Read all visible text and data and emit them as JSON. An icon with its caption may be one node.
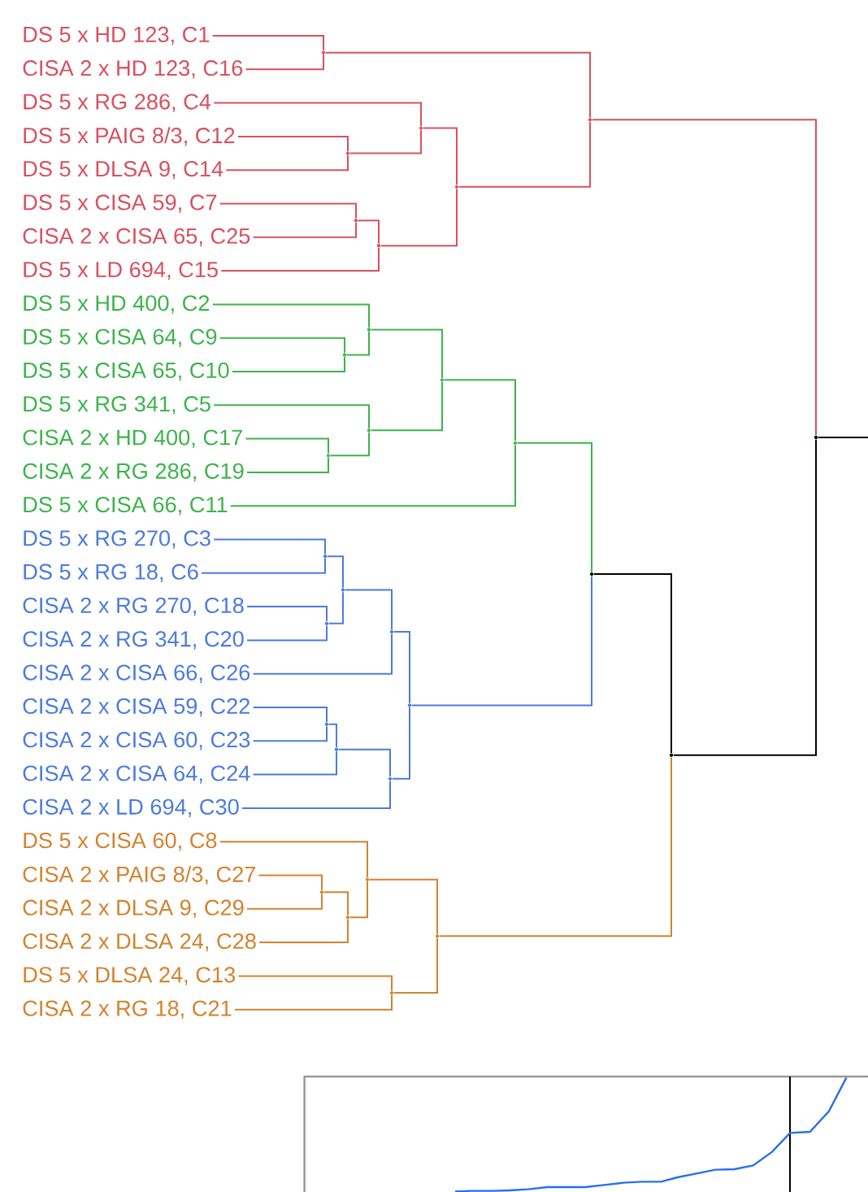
{
  "diagram": {
    "nodes": [
      {
        "text": [
          "DS 5 x HD 123, C1"
        ]
      },
      {
        "text": [
          "CISA 2 x HD 123, C16"
        ]
      },
      {
        "text": [
          "DS 5 x RG 286, C4"
        ]
      },
      {
        "text": [
          "DS 5 x PAIG 8/3, C12"
        ]
      },
      {
        "text": [
          "DS 5 x DLSA 9, C14"
        ]
      },
      {
        "text": [
          "DS 5 x CISA 59, C7"
        ]
      },
      {
        "text": [
          "CISA 2 x CISA 65, C25"
        ]
      },
      {
        "text": [
          "DS 5 x LD 694, C15"
        ]
      },
      {
        "text": [
          "DS 5 x HD 400, C2"
        ]
      },
      {
        "text": [
          "DS 5 x CISA 64, C9"
        ]
      },
      {
        "text": [
          "DS 5 x CISA 65, C10"
        ]
      },
      {
        "text": [
          "DS 5 x RG 341, C5"
        ]
      },
      {
        "text": [
          "CISA 2 x HD 400, C17"
        ]
      },
      {
        "text": [
          "CISA 2 x RG 286, C19"
        ]
      },
      {
        "text": [
          "DS 5 x CISA 66, C11"
        ]
      },
      {
        "text": [
          "DS 5 x RG 270, C3"
        ]
      },
      {
        "text": [
          "DS 5 x RG 18, C6"
        ]
      },
      {
        "text": [
          "CISA 2 x RG 270, C18"
        ]
      },
      {
        "text": [
          "CISA 2 x RG 341, C20"
        ]
      },
      {
        "text": [
          "CISA 2 x CISA 66, C26"
        ]
      },
      {
        "text": [
          "CISA 2 x CISA 59, C22"
        ]
      },
      {
        "text": [
          "CISA 2 x CISA 60, C23"
        ]
      },
      {
        "text": [
          "CISA 2 x CISA 64, C24"
        ]
      },
      {
        "text": [
          "CISA 2 x LD 694, C30"
        ]
      },
      {
        "text": [
          "DS 5 x CISA 60, C8"
        ]
      },
      {
        "text": [
          "CISA 2 x PAIG 8/3, C27"
        ]
      },
      {
        "text": [
          "CISA 2 x DLSA 9, C29"
        ]
      },
      {
        "text": [
          "CISA 2 x DLSA 24, C28"
        ]
      },
      {
        "text": [
          "DS 5 x DLSA 24, C13"
        ]
      },
      {
        "text": [
          "CISA 2 x RG 18, C21"
        ]
      },
      {
        "text": [],
        "shape": "point"
      },
      {
        "text": [],
        "shape": "point"
      },
      {
        "text": [],
        "shape": "point"
      },
      {
        "text": [],
        "shape": "point"
      },
      {
        "text": [],
        "shape": "point"
      },
      {
        "text": [],
        "shape": "point"
      },
      {
        "text": [],
        "shape": "point"
      },
      {
        "text": [],
        "shape": "point"
      },
      {
        "text": [],
        "shape": "point"
      },
      {
        "text": [],
        "shape": "point"
      },
      {
        "text": [],
        "shape": "point"
      },
      {
        "text": [],
        "shape": "point"
      },
      {
        "text": [],
        "shape": "point"
      },
      {
        "text": [],
        "shape": "point"
      },
      {
        "text": [],
        "shape": "point"
      },
      {
        "text": [],
        "shape": "point"
      },
      {
        "text": [],
        "shape": "point"
      },
      {
        "text": [],
        "shape": "point"
      },
      {
        "text": [],
        "shape": "point"
      },
      {
        "text": [],
        "shape": "point"
      },
      {
        "text": [],
        "shape": "point"
      },
      {
        "text": [],
        "shape": "point"
      },
      {
        "text": [],
        "shape": "point"
      },
      {
        "text": [],
        "shape": "point"
      },
      {
        "text": [],
        "shape": "point"
      },
      {
        "text": [],
        "shape": "point"
      },
      {
        "text": [],
        "shape": "point"
      },
      {
        "text": [],
        "shape": "point"
      },
      {
        "text": [],
        "shape": "point"
      }
    ],
    "edges": [
      {
        "from": 0,
        "to": 30,
        "arrow": "none",
        "color": "#d9505f"
      },
      {
        "from": 1,
        "to": 30,
        "arrow": "none",
        "color": "#d9505f"
      },
      {
        "from": 3,
        "to": 31,
        "arrow": "none",
        "color": "#d9505f"
      },
      {
        "from": 4,
        "to": 31,
        "arrow": "none",
        "color": "#d9505f"
      },
      {
        "from": 2,
        "to": 32,
        "arrow": "none",
        "color": "#d9505f"
      },
      {
        "from": 31,
        "to": 32,
        "arrow": "none",
        "color": "#d9505f"
      },
      {
        "from": 5,
        "to": 33,
        "arrow": "none",
        "color": "#d9505f"
      },
      {
        "from": 6,
        "to": 33,
        "arrow": "none",
        "color": "#d9505f"
      },
      {
        "from": 33,
        "to": 34,
        "arrow": "none",
        "color": "#d9505f"
      },
      {
        "from": 7,
        "to": 34,
        "arrow": "none",
        "color": "#d9505f"
      },
      {
        "from": 32,
        "to": 35,
        "arrow": "none",
        "color": "#d9505f"
      },
      {
        "from": 34,
        "to": 35,
        "arrow": "none",
        "color": "#d9505f"
      },
      {
        "from": 30,
        "to": 36,
        "arrow": "none",
        "color": "#d9505f"
      },
      {
        "from": 35,
        "to": 36,
        "arrow": "none",
        "color": "#d9505f"
      },
      {
        "from": 36,
        "to": 58,
        "arrow": "none",
        "color": "#d9505f"
      },
      {
        "from": 9,
        "to": 37,
        "arrow": "none",
        "color": "#3cb44b"
      },
      {
        "from": 10,
        "to": 37,
        "arrow": "none",
        "color": "#3cb44b"
      },
      {
        "from": 8,
        "to": 38,
        "arrow": "none",
        "color": "#3cb44b"
      },
      {
        "from": 37,
        "to": 38,
        "arrow": "none",
        "color": "#3cb44b"
      },
      {
        "from": 12,
        "to": 39,
        "arrow": "none",
        "color": "#3cb44b"
      },
      {
        "from": 13,
        "to": 39,
        "arrow": "none",
        "color": "#3cb44b"
      },
      {
        "from": 11,
        "to": 40,
        "arrow": "none",
        "color": "#3cb44b"
      },
      {
        "from": 39,
        "to": 40,
        "arrow": "none",
        "color": "#3cb44b"
      },
      {
        "from": 38,
        "to": 41,
        "arrow": "none",
        "color": "#3cb44b"
      },
      {
        "from": 40,
        "to": 41,
        "arrow": "none",
        "color": "#3cb44b"
      },
      {
        "from": 41,
        "to": 42,
        "arrow": "none",
        "color": "#3cb44b"
      },
      {
        "from": 14,
        "to": 42,
        "arrow": "none",
        "color": "#3cb44b"
      },
      {
        "from": 42,
        "to": 56,
        "arrow": "none",
        "color": "#3cb44b"
      },
      {
        "from": 15,
        "to": 43,
        "arrow": "none",
        "color": "#4b7be0"
      },
      {
        "from": 16,
        "to": 43,
        "arrow": "none",
        "color": "#4b7be0"
      },
      {
        "from": 17,
        "to": 44,
        "arrow": "none",
        "color": "#4b7be0"
      },
      {
        "from": 18,
        "to": 44,
        "arrow": "none",
        "color": "#4b7be0"
      },
      {
        "from": 43,
        "to": 45,
        "arrow": "none",
        "color": "#4b7be0"
      },
      {
        "from": 44,
        "to": 45,
        "arrow": "none",
        "color": "#4b7be0"
      },
      {
        "from": 45,
        "to": 46,
        "arrow": "none",
        "color": "#4b7be0"
      },
      {
        "from": 19,
        "to": 46,
        "arrow": "none",
        "color": "#4b7be0"
      },
      {
        "from": 20,
        "to": 47,
        "arrow": "none",
        "color": "#4b7be0"
      },
      {
        "from": 21,
        "to": 47,
        "arrow": "none",
        "color": "#4b7be0"
      },
      {
        "from": 47,
        "to": 48,
        "arrow": "none",
        "color": "#4b7be0"
      },
      {
        "from": 22,
        "to": 48,
        "arrow": "none",
        "color": "#4b7be0"
      },
      {
        "from": 48,
        "to": 49,
        "arrow": "none",
        "color": "#4b7be0"
      },
      {
        "from": 23,
        "to": 49,
        "arrow": "none",
        "color": "#4b7be0"
      },
      {
        "from": 46,
        "to": 50,
        "arrow": "none",
        "color": "#4b7be0"
      },
      {
        "from": 49,
        "to": 50,
        "arrow": "none",
        "color": "#4b7be0"
      },
      {
        "from": 50,
        "to": 56,
        "arrow": "none",
        "color": "#4b7be0"
      },
      {
        "from": 25,
        "to": 51,
        "arrow": "none",
        "color": "#d4822d"
      },
      {
        "from": 26,
        "to": 51,
        "arrow": "none",
        "color": "#d4822d"
      },
      {
        "from": 51,
        "to": 52,
        "arrow": "none",
        "color": "#d4822d"
      },
      {
        "from": 27,
        "to": 52,
        "arrow": "none",
        "color": "#d4822d"
      },
      {
        "from": 24,
        "to": 53,
        "arrow": "none",
        "color": "#d4822d"
      },
      {
        "from": 52,
        "to": 53,
        "arrow": "none",
        "color": "#d4822d"
      },
      {
        "from": 28,
        "to": 54,
        "arrow": "none",
        "color": "#d4822d"
      },
      {
        "from": 29,
        "to": 54,
        "arrow": "none",
        "color": "#d4822d"
      },
      {
        "from": 53,
        "to": 55,
        "arrow": "none",
        "color": "#d4822d"
      },
      {
        "from": 54,
        "to": 55,
        "arrow": "none",
        "color": "#d4822d"
      },
      {
        "from": 55,
        "to": 57,
        "arrow": "none",
        "color": "#d4822d"
      },
      {
        "from": 56,
        "to": 57,
        "arrow": "none",
        "color": "#000000"
      },
      {
        "from": 57,
        "to": 58,
        "arrow": "none",
        "color": "#000000"
      },
      {
        "from": 58,
        "to": null,
        "arrow": "none",
        "color": "#000000"
      }
    ]
  }
}
